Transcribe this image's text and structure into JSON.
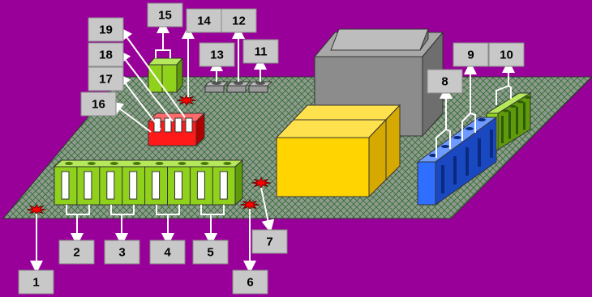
{
  "colors": {
    "background": "#990099",
    "board": "#8f9a8f",
    "grid": "#2e6e2e",
    "green_block": "#8fd11b",
    "red_block": "#ff1a1a",
    "blue_block": "#2f6fff",
    "yellow_block": "#ffd400",
    "gray_block": "#8c8c8c",
    "label_box": "#c8c8c8",
    "arrow": "#ffffff",
    "marker": "#ff0000"
  },
  "callouts": [
    {
      "id": "1",
      "label": "1"
    },
    {
      "id": "2",
      "label": "2"
    },
    {
      "id": "3",
      "label": "3"
    },
    {
      "id": "4",
      "label": "4"
    },
    {
      "id": "5",
      "label": "5"
    },
    {
      "id": "6",
      "label": "6"
    },
    {
      "id": "7",
      "label": "7"
    },
    {
      "id": "8",
      "label": "8"
    },
    {
      "id": "9",
      "label": "9"
    },
    {
      "id": "10",
      "label": "10"
    },
    {
      "id": "11",
      "label": "11"
    },
    {
      "id": "12",
      "label": "12"
    },
    {
      "id": "13",
      "label": "13"
    },
    {
      "id": "14",
      "label": "14"
    },
    {
      "id": "15",
      "label": "15"
    },
    {
      "id": "16",
      "label": "16"
    },
    {
      "id": "17",
      "label": "17"
    },
    {
      "id": "18",
      "label": "18"
    },
    {
      "id": "19",
      "label": "19"
    }
  ]
}
